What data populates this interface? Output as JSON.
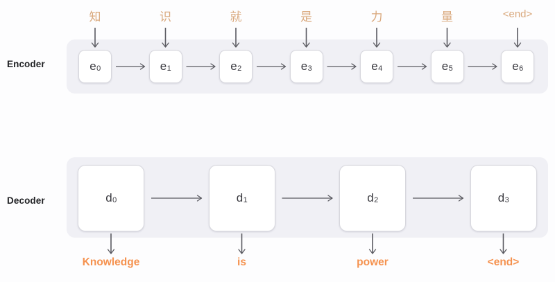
{
  "diagram": {
    "title": "Encoder-Decoder sequence-to-sequence diagram",
    "colors": {
      "page_background": "#fdfdfe",
      "panel_background": "#f0f0f5",
      "cell_background": "#ffffff",
      "cell_border": "#d7d7dd",
      "input_token_text": "#d9a87c",
      "output_token_text": "#f5924f",
      "row_label_text": "#1f2023",
      "arrow_stroke": "#5a5a61"
    }
  },
  "encoder": {
    "label": "Encoder",
    "cells": [
      {
        "base": "e",
        "sub": "0",
        "input_token": "知"
      },
      {
        "base": "e",
        "sub": "1",
        "input_token": "识"
      },
      {
        "base": "e",
        "sub": "2",
        "input_token": "就"
      },
      {
        "base": "e",
        "sub": "3",
        "input_token": "是"
      },
      {
        "base": "e",
        "sub": "4",
        "input_token": "力"
      },
      {
        "base": "e",
        "sub": "5",
        "input_token": "量"
      },
      {
        "base": "e",
        "sub": "6",
        "input_token": "<end>"
      }
    ]
  },
  "decoder": {
    "label": "Decoder",
    "cells": [
      {
        "base": "d",
        "sub": "0",
        "output_token": "Knowledge"
      },
      {
        "base": "d",
        "sub": "1",
        "output_token": "is"
      },
      {
        "base": "d",
        "sub": "2",
        "output_token": "power"
      },
      {
        "base": "d",
        "sub": "3",
        "output_token": "<end>"
      }
    ]
  }
}
